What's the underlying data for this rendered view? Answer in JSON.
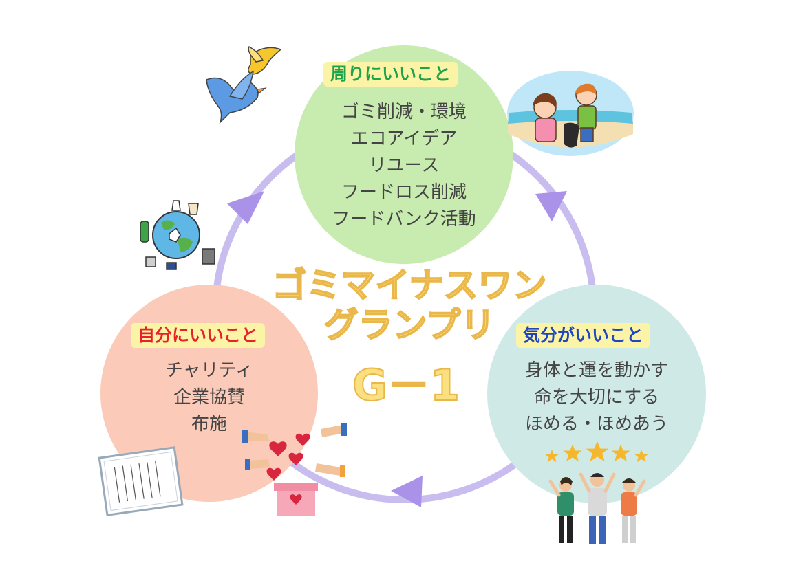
{
  "title": {
    "line1": "ゴミマイナスワン",
    "line2": "グランプリ",
    "short": "G－1"
  },
  "sections": {
    "top": {
      "label": "周りにいいこと",
      "items": [
        "ゴミ削減・環境",
        "エコアイデア",
        "リユース",
        "フードロス削減",
        "フードバンク活動"
      ]
    },
    "right": {
      "label": "気分がいいこと",
      "items": [
        "身体と運を動かす",
        "命を大切にする",
        "ほめる・ほめあう"
      ]
    },
    "left": {
      "label": "自分にいいこと",
      "items": [
        "チャリティ",
        "企業協賛",
        "布施"
      ]
    }
  },
  "colors": {
    "top_circle": "#c8ebb0",
    "right_circle": "#cfeae6",
    "left_circle": "#fbcab8",
    "top_label_text": "#1fa34a",
    "right_label_text": "#1e45c2",
    "left_label_text": "#e8202a",
    "cycle_ring": "#c9bdf0",
    "arrow": "#a992e8",
    "title_fill": "#fbe07f"
  },
  "icons": {
    "birds": "flying-birds-icon",
    "earth": "earth-recycle-icon",
    "beach": "beach-cleanup-kids-icon",
    "stars": "rating-stars-icon",
    "people": "cheering-people-icon",
    "hearts": "donation-hearts-icon",
    "certificate": "certificate-icon"
  }
}
